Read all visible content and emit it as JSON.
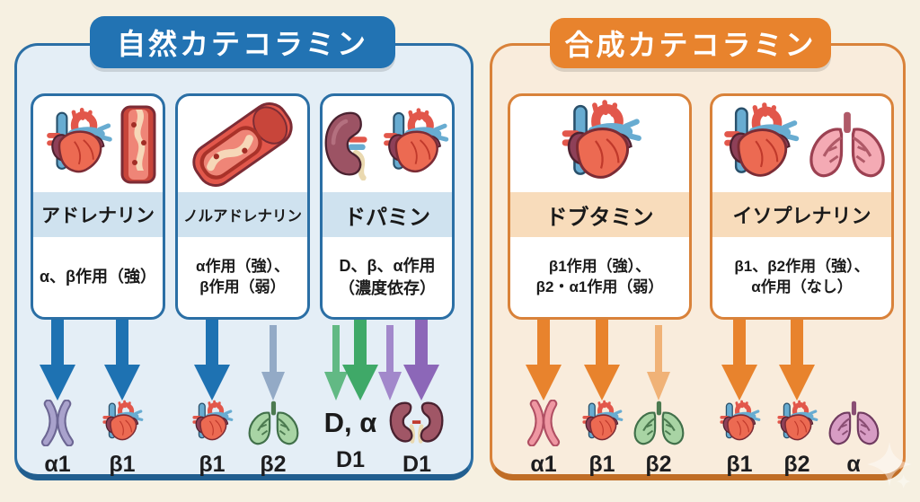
{
  "canvas": {
    "background": "#f6f0e1"
  },
  "panels": {
    "natural": {
      "title": "自然カテコラミン",
      "colors": {
        "accent": "#2273b3",
        "border": "#2b6fa5",
        "fill": "#e4eef6",
        "name_band": "#cfe2ef"
      },
      "cards": [
        {
          "name": "アドレナリン",
          "effect_line1": "α、β作用（強）",
          "effect_line2": "",
          "icons": [
            "heart-icon",
            "blood-vessel-section-icon"
          ]
        },
        {
          "name": "ノルアドレナリン",
          "effect_line1": "α作用（強）、",
          "effect_line2": "β作用（弱）",
          "icons": [
            "blood-vessel-segment-icon"
          ]
        },
        {
          "name": "ドパミン",
          "effect_line1": "D、β、α作用",
          "effect_line2": "（濃度依存）",
          "icons": [
            "kidney-icon",
            "heart-icon"
          ]
        }
      ],
      "arrows": [
        {
          "from": "アドレナリン",
          "to": "α1",
          "color": "#1e72b2",
          "weight": "thick"
        },
        {
          "from": "アドレナリン",
          "to": "β1",
          "color": "#1e72b2",
          "weight": "thick"
        },
        {
          "from": "ノルアドレナリン",
          "to": "β1",
          "color": "#1e72b2",
          "weight": "thick"
        },
        {
          "from": "ノルアドレナリン",
          "to": "β2",
          "color": "#93aac6",
          "weight": "thin"
        },
        {
          "from": "ドパミン",
          "to": "D, α",
          "color": "#62b984",
          "weight": "thin"
        },
        {
          "from": "ドパミン",
          "to": "D, α",
          "color": "#3fa968",
          "weight": "thick"
        },
        {
          "from": "ドパミン",
          "to": "D1",
          "color": "#a288cb",
          "weight": "thin"
        },
        {
          "from": "ドパミン",
          "to": "D1",
          "color": "#8c67b8",
          "weight": "thick"
        }
      ],
      "receptors": [
        {
          "label": "α1",
          "icon": "vessel-constriction-icon"
        },
        {
          "label": "β1",
          "icon": "heart-icon"
        },
        {
          "label": "β1",
          "icon": "heart-icon"
        },
        {
          "label": "β2",
          "icon": "lungs-icon"
        },
        {
          "label": "D1",
          "text": "D, α",
          "icon": "d-alpha-text"
        },
        {
          "label": "D1",
          "icon": "kidneys-icon"
        }
      ]
    },
    "synthetic": {
      "title": "合成カテコラミン",
      "colors": {
        "accent": "#e8832d",
        "border": "#d9823a",
        "fill": "#f9ecdc",
        "name_band": "#f8dcbb"
      },
      "cards": [
        {
          "name": "ドブタミン",
          "effect_line1": "β1作用（強）、",
          "effect_line2": "β2・α1作用（弱）",
          "icons": [
            "heart-icon"
          ]
        },
        {
          "name": "イソプレナリン",
          "effect_line1": "β1、β2作用（強）、",
          "effect_line2": "α作用（なし）",
          "icons": [
            "heart-icon",
            "lungs-icon"
          ]
        }
      ],
      "arrows": [
        {
          "from": "ドブタミン",
          "to": "α1",
          "color": "#e8832d",
          "weight": "thick"
        },
        {
          "from": "ドブタミン",
          "to": "β1",
          "color": "#e8832d",
          "weight": "thick"
        },
        {
          "from": "ドブタミン",
          "to": "β2",
          "color": "#f0b277",
          "weight": "thin"
        },
        {
          "from": "イソプレナリン",
          "to": "β1",
          "color": "#e8832d",
          "weight": "thick"
        },
        {
          "from": "イソプレナリン",
          "to": "β2",
          "color": "#e8832d",
          "weight": "thick"
        }
      ],
      "receptors": [
        {
          "label": "α1",
          "icon": "vessel-constriction-icon"
        },
        {
          "label": "β1",
          "icon": "heart-icon"
        },
        {
          "label": "β2",
          "icon": "lungs-icon"
        },
        {
          "label": "β1",
          "icon": "heart-icon"
        },
        {
          "label": "β2",
          "icon": "heart-icon"
        },
        {
          "label": "α",
          "icon": "lungs-icon"
        }
      ]
    }
  },
  "decor": {
    "sparkle": "sparkle-icon"
  }
}
